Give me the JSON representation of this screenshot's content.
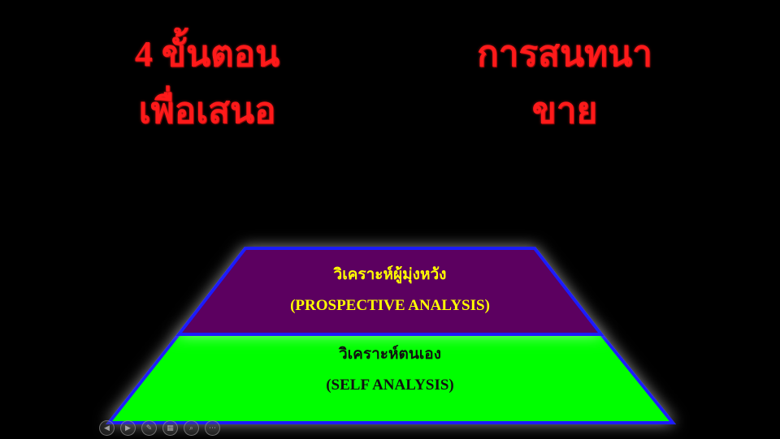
{
  "slide": {
    "title_left": {
      "line1": "4 ขั้นตอน",
      "line2": "เพื่อเสนอ"
    },
    "title_right": {
      "line1": "การสนทนา",
      "line2": "ขาย"
    },
    "pyramid": {
      "top_tier": {
        "thai_label": "วิเคราะห์ผู้มุ่งหวัง",
        "english_label": "(PROSPECTIVE ANALYSIS)",
        "fill_color": "#5c0060",
        "text_color": "#ffff00"
      },
      "bottom_tier": {
        "thai_label": "วิเคราะห์ตนเอง",
        "english_label": "(SELF ANALYSIS)",
        "fill_color": "#00ff00",
        "text_color": "#111111"
      },
      "border_color": "#1a1aff"
    },
    "title_color": "#ff1a1a",
    "background_color": "#000000"
  },
  "controls": [
    {
      "name": "previous-slide-button",
      "icon": "chevron-left-icon",
      "glyph": "◀"
    },
    {
      "name": "next-slide-button",
      "icon": "chevron-right-icon",
      "glyph": "▶"
    },
    {
      "name": "pen-tool-button",
      "icon": "pen-icon",
      "glyph": "✎"
    },
    {
      "name": "slide-overview-button",
      "icon": "grid-icon",
      "glyph": "▦"
    },
    {
      "name": "zoom-button",
      "icon": "magnifier-icon",
      "glyph": "⌕"
    },
    {
      "name": "more-options-button",
      "icon": "ellipsis-icon",
      "glyph": "⋯"
    }
  ]
}
